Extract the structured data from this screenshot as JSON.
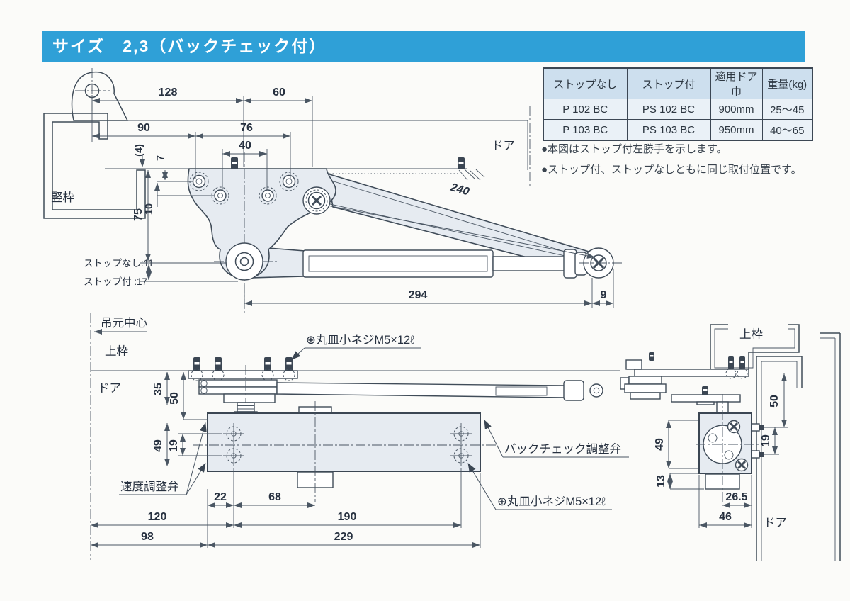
{
  "page": {
    "title": "サイズ　2,3（バックチェック付）"
  },
  "colors": {
    "header_blue": "#2fa0d7",
    "table_header_bg": "#cddfee",
    "table_row_bg": "#eaf1f7",
    "line": "#404c59",
    "part_fill": "#e6ebf1"
  },
  "spec_table": {
    "headers": [
      "ストップなし",
      "ストップ付",
      "適用ドア巾",
      "重量(kg)"
    ],
    "rows": [
      [
        "P 102 BC",
        "PS 102 BC",
        "900mm",
        "25〜45"
      ],
      [
        "P 103 BC",
        "PS 103 BC",
        "950mm",
        "40〜65"
      ]
    ]
  },
  "notes": [
    "●本図はストップ付左勝手を示します。",
    "●ストップ付、ストップなしともに同じ取付位置です。"
  ],
  "top_view": {
    "labels": {
      "frame": "竪枠",
      "door": "ドア",
      "stop_none": "ストップなし:11",
      "stop_with": "ストップ付 :17"
    },
    "dims": {
      "d128": "128",
      "d60": "60",
      "d90": "90",
      "d76": "76",
      "d40": "40",
      "d4": "(4)",
      "d7": "7",
      "d10": "10",
      "d75": "75",
      "d240": "240",
      "d294": "294",
      "d9": "9"
    }
  },
  "bottom_view": {
    "labels": {
      "hinge_center": "吊元中心",
      "top_frame": "上枠",
      "door": "ドア",
      "screw_top": "⊕丸皿小ネジM5×12ℓ",
      "speed_valve": "速度調整弁",
      "backcheck_valve": "バックチェック調整弁",
      "screw_bottom": "⊕丸皿小ネジM5×12ℓ"
    },
    "dims": {
      "d35": "35",
      "d50": "50",
      "d49": "49",
      "d19": "19",
      "d22": "22",
      "d68": "68",
      "d120": "120",
      "d190": "190",
      "d98": "98",
      "d229": "229"
    }
  },
  "side_view": {
    "labels": {
      "top_frame": "上枠",
      "door": "ドア"
    },
    "dims": {
      "d50": "50",
      "d19": "19",
      "d49": "49",
      "d13": "13",
      "d26_5": "26.5",
      "d46": "46"
    }
  }
}
